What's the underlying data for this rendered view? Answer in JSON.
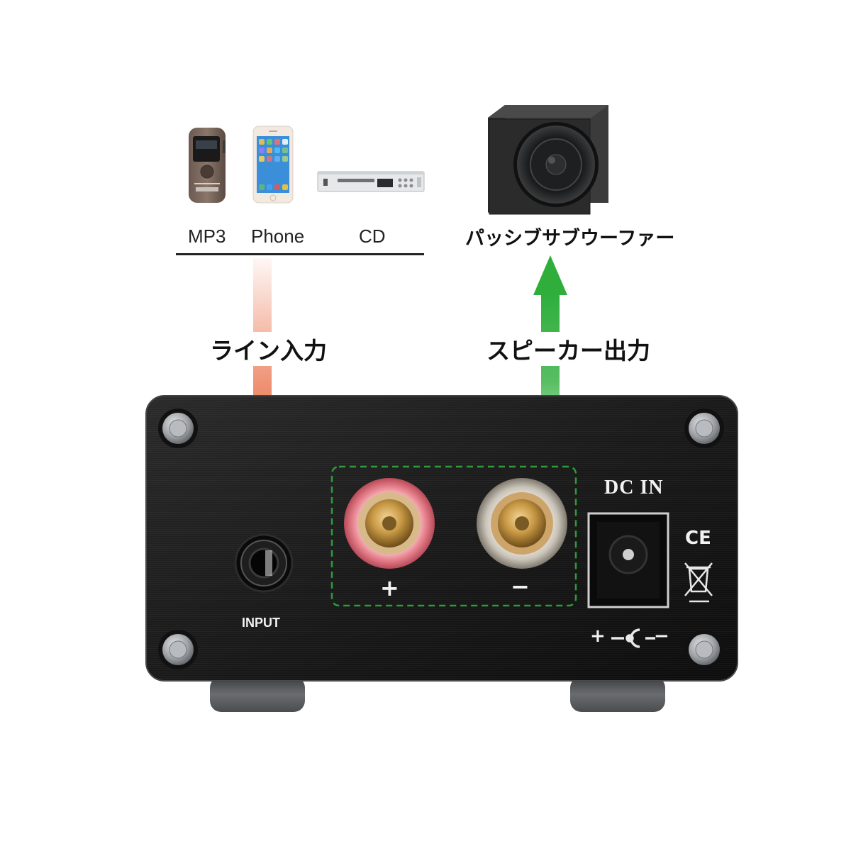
{
  "sources": {
    "mp3_label": "MP3",
    "phone_label": "Phone",
    "cd_label": "CD"
  },
  "speaker_label": "パッシブサブウーファー",
  "input_arrow_label": "ライン入力",
  "output_arrow_label": "スピーカー出力",
  "amplifier": {
    "input_label": "INPUT",
    "plus_label": "+",
    "minus_label": "−",
    "dc_in_label": "DC IN",
    "ce_mark": "CE",
    "polarity_plus": "+",
    "polarity_minus": "−"
  },
  "colors": {
    "input_arrow": "#e8643a",
    "output_arrow": "#2fae3c",
    "terminal_box_border": "#2f9a3a"
  }
}
